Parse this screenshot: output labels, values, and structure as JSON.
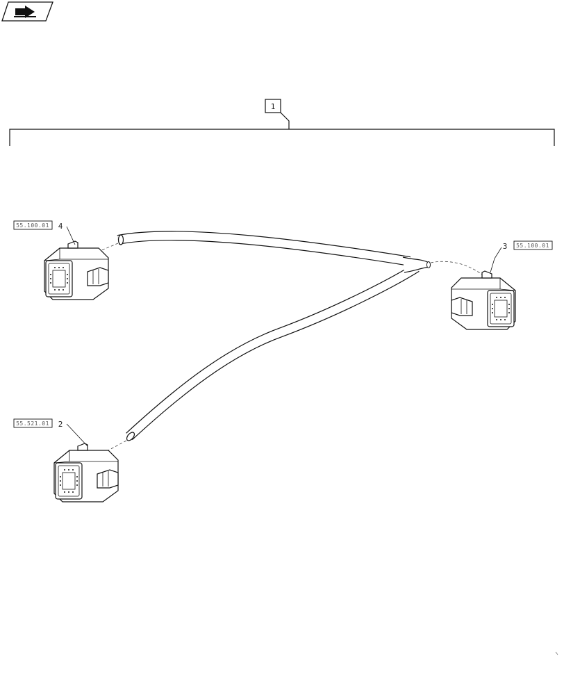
{
  "nav": {
    "icon": "forward-arrow-icon"
  },
  "assembly": {
    "callout": "1"
  },
  "parts": [
    {
      "callout": "4",
      "reference": "55.100.01"
    },
    {
      "callout": "3",
      "reference": "55.100.01"
    },
    {
      "callout": "2",
      "reference": "55.521.01"
    }
  ],
  "colors": {
    "line": "#111111",
    "background": "#ffffff",
    "label": "#555555"
  }
}
